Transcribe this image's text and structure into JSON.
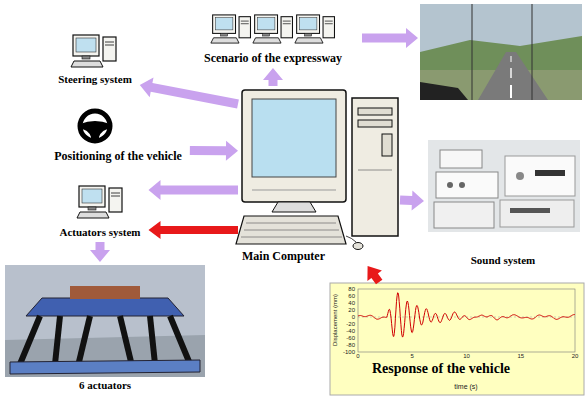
{
  "diagram": {
    "nodes": [
      {
        "text": [
          "Steering system"
        ]
      },
      {
        "text": [
          "Scenario of the expressway"
        ]
      },
      {
        "text": [
          "Positioning of the vehicle"
        ]
      },
      {
        "text": [
          "Main Computer"
        ]
      },
      {
        "text": [
          "Actuators system"
        ]
      },
      {
        "text": [
          "Sound system"
        ]
      },
      {
        "text": [
          "6 actuators"
        ]
      },
      {
        "text": [
          "Response of the vehicle"
        ]
      }
    ],
    "edges": [
      {
        "from": 3,
        "to": 0,
        "arrow": "to"
      },
      {
        "from": 2,
        "to": 3,
        "arrow": "to"
      },
      {
        "from": 3,
        "to": 4,
        "arrow": "to"
      },
      {
        "from": 3,
        "to": 4,
        "arrow": "to"
      },
      {
        "from": 7,
        "to": 3,
        "arrow": "to"
      },
      {
        "from": 3,
        "to": 1,
        "arrow": "to"
      },
      {
        "from": 3,
        "to": 5,
        "arrow": "to"
      },
      {
        "from": 4,
        "to": 6,
        "arrow": "to"
      }
    ],
    "labels": [
      "80",
      "60",
      "40",
      "20",
      "0",
      "-20",
      "-40",
      "-60",
      "-80",
      "-100",
      "0",
      "5",
      "10",
      "15",
      "20",
      "Displacement (mm)",
      "time (s)"
    ]
  }
}
